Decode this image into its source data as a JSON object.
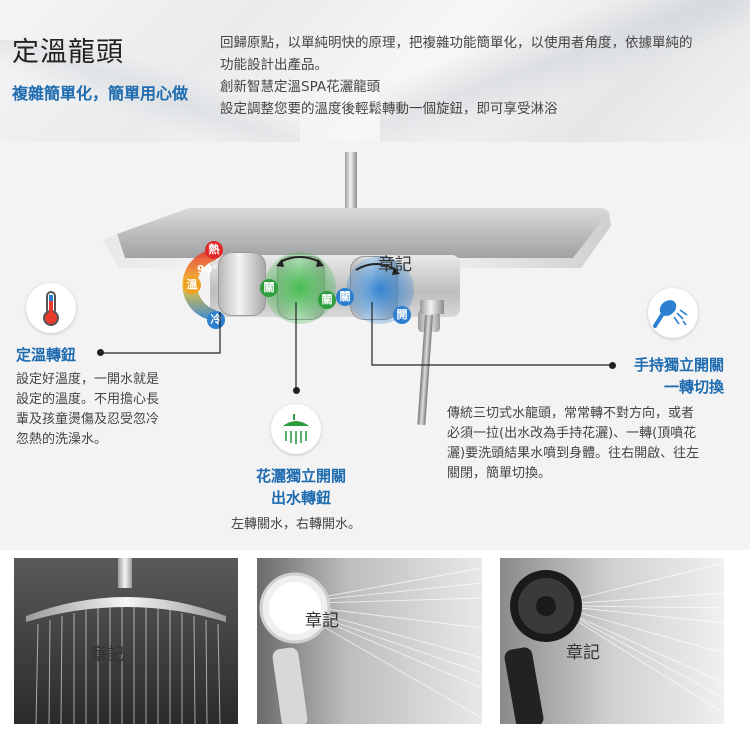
{
  "header": {
    "title": "定溫龍頭",
    "subtitle": "複雜簡單化，簡單用心做",
    "desc_lines": [
      "回歸原點，以單純明快的原理，把複雜功能簡單化，以使用者角度，依據單純的",
      "功能設計出產品。",
      "創新智慧定溫SPA花灑龍頭",
      "設定調整您要的溫度後輕鬆轉動一個旋鈕，即可享受淋浴"
    ]
  },
  "diagram": {
    "hot_label": "熱",
    "temp_label": "溫",
    "cold_label": "冷",
    "degree_label": "90°",
    "off_label_1": "關",
    "off_label_2": "關",
    "off_label_3": "關",
    "on_label": "開",
    "watermark": "章記"
  },
  "features": {
    "thermostat": {
      "title": "定溫轉鈕",
      "lines": [
        "設定好溫度，一開水就是",
        "設定的溫度。不用擔心長",
        "輩及孩童燙傷及忍受忽冷",
        "忽熱的洗澡水。"
      ]
    },
    "overhead": {
      "title_lines": [
        "花灑獨立開關",
        "出水轉鈕"
      ],
      "note": "左轉關水，右轉開水。"
    },
    "handheld": {
      "title_lines": [
        "手持獨立開關",
        "一轉切換"
      ],
      "lines": [
        "傳統三切式水龍頭，常常轉不對方向，或者",
        "必須一拉(出水改為手持花灑)、一轉(頂噴花",
        "灑)要洗頭結果水噴到身體。往右開啟、往左",
        "關閉，簡單切換。"
      ]
    }
  },
  "photos": {
    "watermark": "章記"
  },
  "colors": {
    "accent_blue": "#1e6bb0",
    "hot_red": "#e02a2a",
    "green": "#2e9d3e",
    "cold_blue": "#2d7fd0"
  }
}
